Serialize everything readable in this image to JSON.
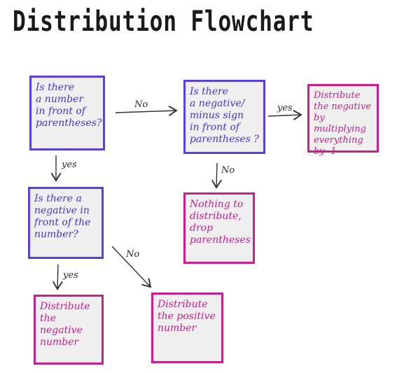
{
  "title": "Distribution Flowchart",
  "boxes": {
    "q1": "Is there\na number\nin front of\nparentheses?",
    "q2": "Is there\na negative/\nminus sign\nin front of\nparentheses ?",
    "r_multiply": "Distribute\nthe negative\nby multiplying\neverything\nby -1",
    "q3": "Is there a\nnegative in\nfront of the\nnumber?",
    "r_nothing": "Nothing to\ndistribute,\ndrop\nparentheses",
    "r_neg": "Distribute\nthe\nnegative\nnumber",
    "r_pos": "Distribute\nthe positive\nnumber"
  },
  "labels": {
    "q1_no": "No",
    "q1_yes": "yes",
    "q2_yes": "yes",
    "q2_no": "No",
    "q3_yes": "yes",
    "q3_no": "No"
  },
  "colors": {
    "question_border": "#5b3fe0",
    "result_border": "#c8208c",
    "box_fill": "#efefef"
  }
}
